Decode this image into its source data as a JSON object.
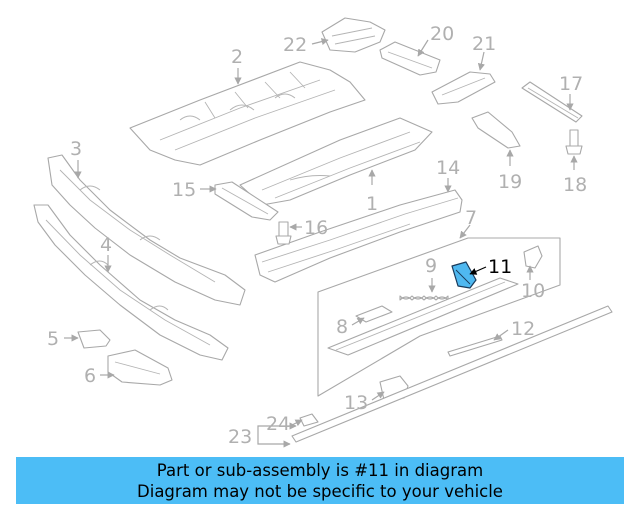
{
  "callouts": {
    "c1": "1",
    "c2": "2",
    "c3": "3",
    "c4": "4",
    "c5": "5",
    "c6": "6",
    "c7": "7",
    "c8": "8",
    "c9": "9",
    "c10": "10",
    "c11": "11",
    "c12": "12",
    "c13": "13",
    "c14": "14",
    "c15": "15",
    "c16": "16",
    "c17": "17",
    "c18": "18",
    "c19": "19",
    "c20": "20",
    "c21": "21",
    "c22": "22",
    "c23": "23",
    "c24": "24"
  },
  "highlight": {
    "part": "11",
    "color": "#4fb8f0"
  },
  "banner": {
    "line1": "Part or sub-assembly is #11 in diagram",
    "line2": "Diagram may not be specific to your vehicle",
    "background": "#4cbdf6"
  }
}
